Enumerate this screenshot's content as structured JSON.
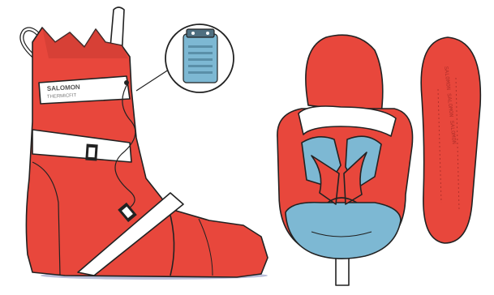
{
  "illustration": {
    "liner": {
      "brand_text": "SALOMON",
      "brand_subtext": "THERMICFIT"
    },
    "sole": {
      "imprint_text": "SALOMON SALOMON SALOMON"
    }
  },
  "colors": {
    "liner_red": "#e8473c",
    "liner_dark": "#b3302a",
    "foam_blue": "#7db8d3",
    "strap_white": "#ffffff",
    "outline": "#222222",
    "floor_shadow": "#b8bdd8"
  },
  "icons": {
    "heat_pack": "heat-pack-icon",
    "magnifier": "zoom-callout-icon"
  }
}
